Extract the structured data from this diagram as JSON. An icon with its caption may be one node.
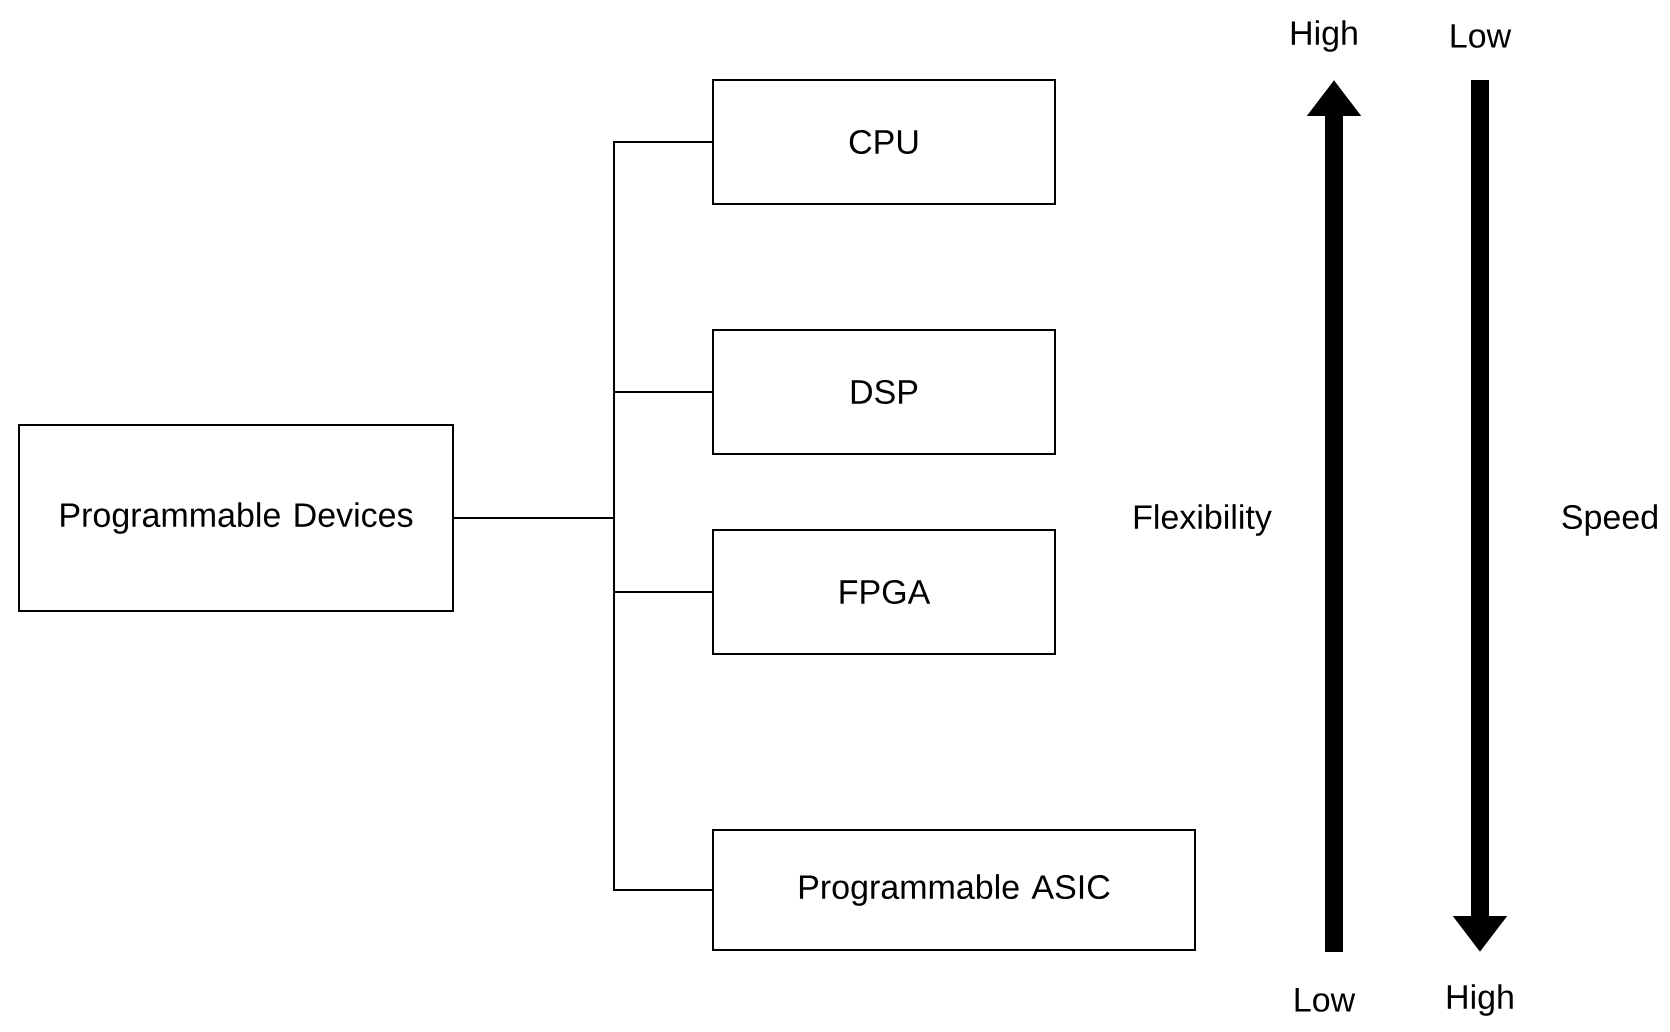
{
  "diagram": {
    "nodes": [
      {
        "text": [
          "Programmable Devices"
        ]
      },
      {
        "text": [
          "CPU"
        ]
      },
      {
        "text": [
          "DSP"
        ]
      },
      {
        "text": [
          "FPGA"
        ]
      },
      {
        "text": [
          "Programmable ASIC"
        ]
      }
    ],
    "edges": [
      {
        "from": 0,
        "to": 1,
        "arrow": "none"
      },
      {
        "from": 0,
        "to": 2,
        "arrow": "none"
      },
      {
        "from": 0,
        "to": 3,
        "arrow": "none"
      },
      {
        "from": 0,
        "to": 4,
        "arrow": "none"
      }
    ],
    "labels": [
      "High",
      "Low",
      "Flexibility",
      "Speed",
      "Low",
      "High"
    ]
  }
}
